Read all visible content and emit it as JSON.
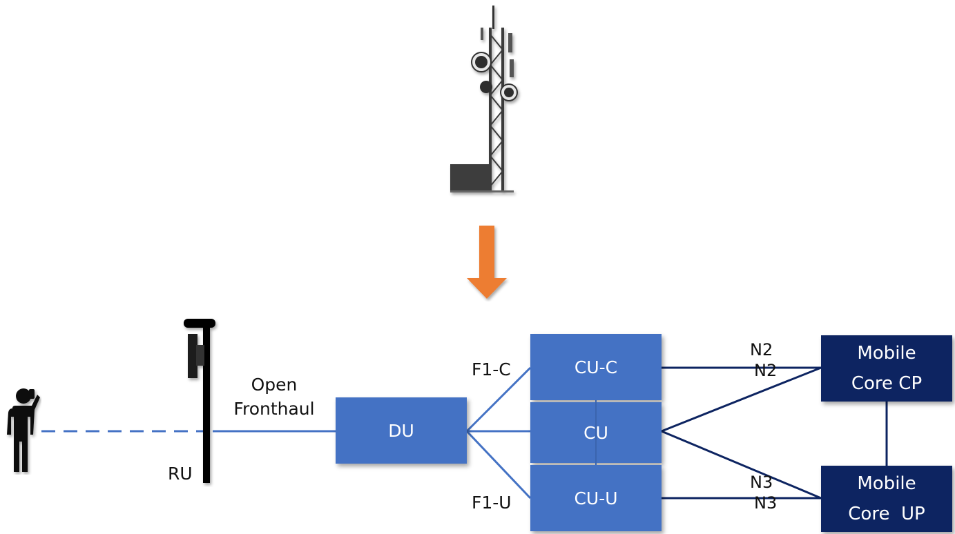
{
  "colors": {
    "light_blue": "#4472c4",
    "dark_blue": "#0d2461",
    "arrow_orange": "#ed7d31",
    "black": "#000000"
  },
  "icons": {
    "tower": "cell-tower-icon",
    "arrow": "down-arrow-icon",
    "person": "person-phone-icon",
    "pole": "ru-pole-icon"
  },
  "labels": {
    "ru": "RU",
    "fronthaul_line1": "Open",
    "fronthaul_line2": "Fronthaul",
    "f1c": "F1-C",
    "f1u": "F1-U",
    "n2_a": "N2",
    "n2_b": "N2",
    "n3_a": "N3",
    "n3_b": "N3"
  },
  "boxes": {
    "du": "DU",
    "cu_c": "CU-C",
    "cu": "CU",
    "cu_u": "CU-U",
    "core_cp_line1": "Mobile",
    "core_cp_line2": "Core CP",
    "core_up_line1": "Mobile",
    "core_up_line2": "Core  UP"
  }
}
